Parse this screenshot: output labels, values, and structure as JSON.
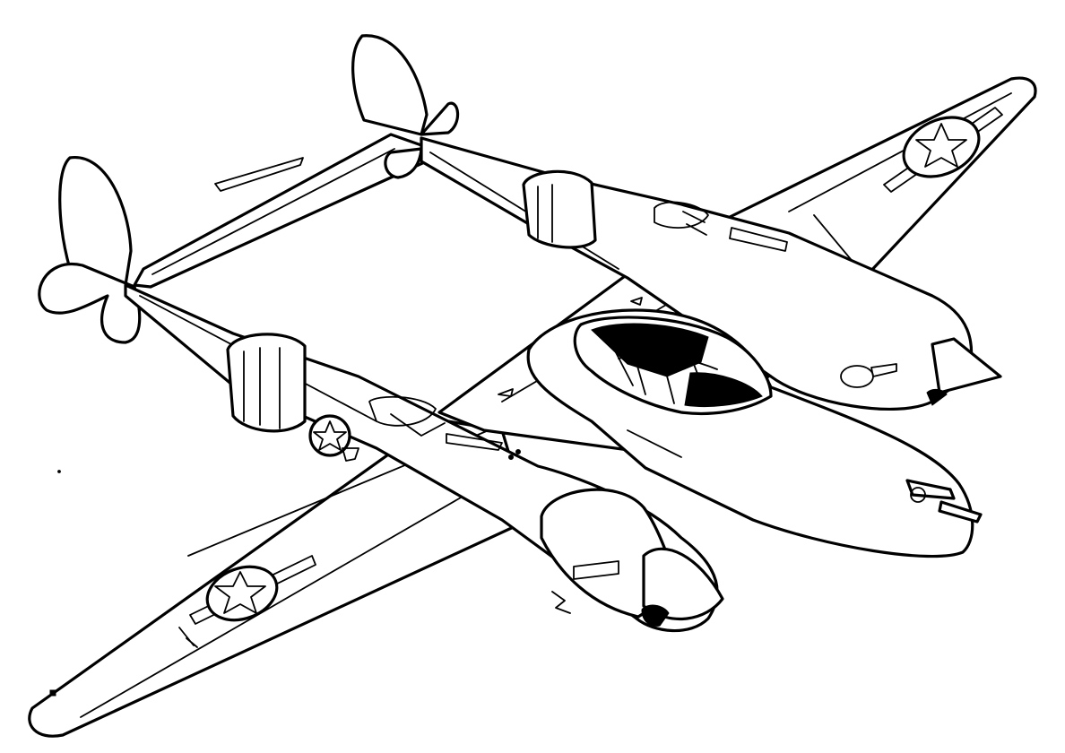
{
  "image": {
    "subject": "P-38 Lightning",
    "style": "line-art coloring page",
    "ink_color": "#000000",
    "background_color": "#ffffff",
    "icons": [
      "star-roundel-insignia",
      "propeller-icon",
      "machine-gun-icon"
    ]
  }
}
